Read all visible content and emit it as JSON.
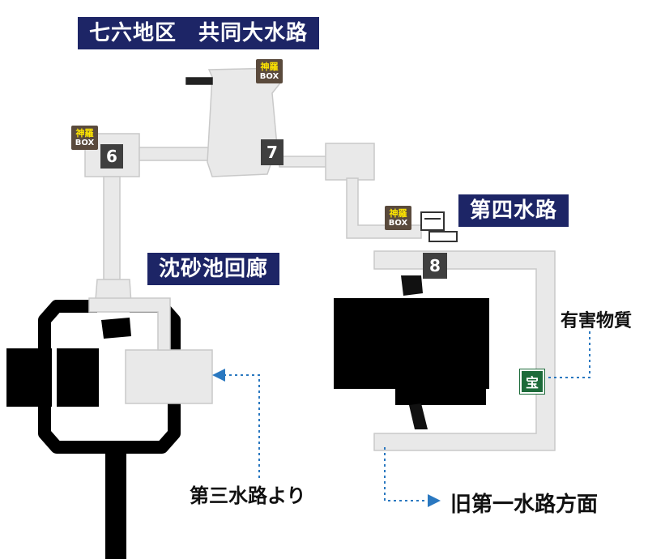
{
  "titles": {
    "main": "七六地区　共同大水路",
    "fourth": "第四水路",
    "sandy": "沈砂池回廊"
  },
  "box_badge": {
    "line1": "神羅",
    "line2": "BOX"
  },
  "markers": {
    "m6": "6",
    "m7": "7",
    "m8": "8"
  },
  "treasure": {
    "symbol": "宝",
    "item": "有害物質"
  },
  "exits": {
    "third": "第三水路より",
    "first": "旧第一水路方面"
  },
  "colors": {
    "title_bg": "#1d2566",
    "floor": "#e9e9e9",
    "floor_edge": "#c8c8c8",
    "wall": "#000000",
    "marker_bg": "#3f3f3f",
    "treasure_bg": "#1d6b3a",
    "box_bg": "#5a4a3c",
    "box_accent": "#ffe600",
    "dotted_line": "#2a78c0"
  }
}
